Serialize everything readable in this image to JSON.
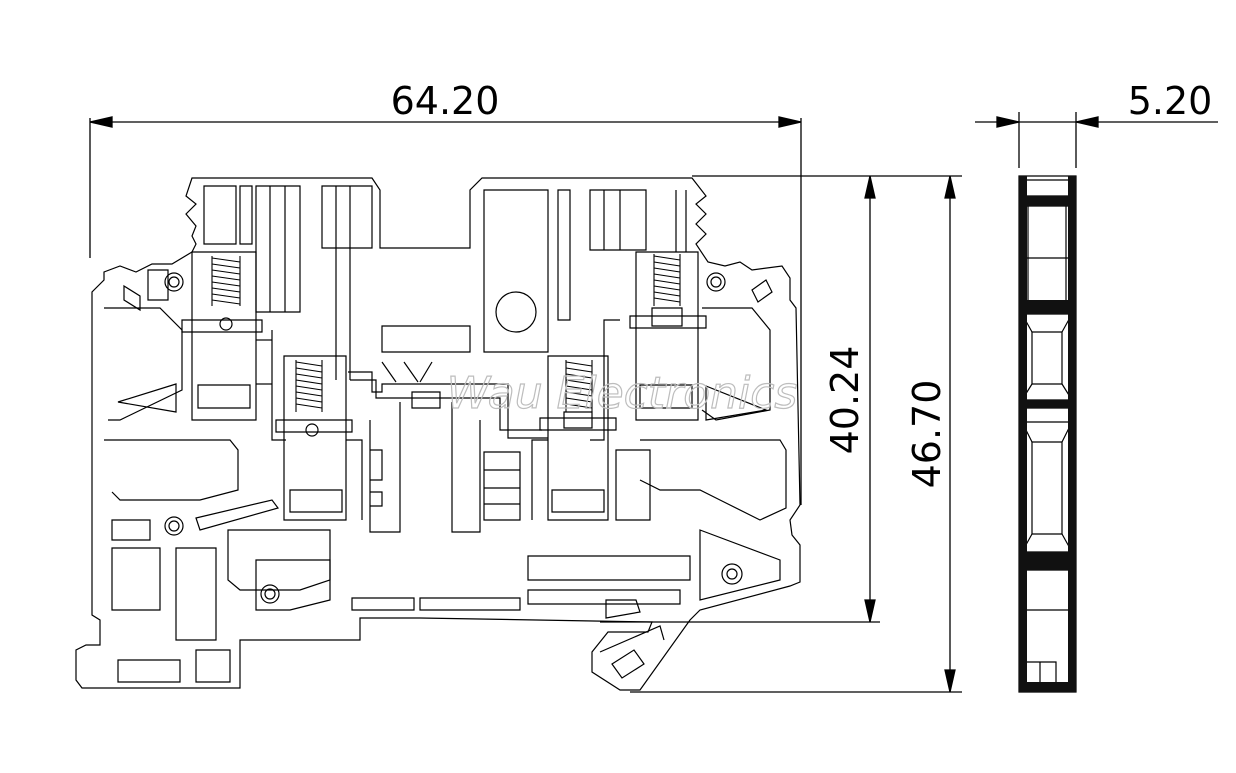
{
  "dimensions": {
    "width": "64.20",
    "side_width": "5.20",
    "height_inner": "40.24",
    "height_total": "46.70"
  },
  "watermark": "Wau Electronics"
}
